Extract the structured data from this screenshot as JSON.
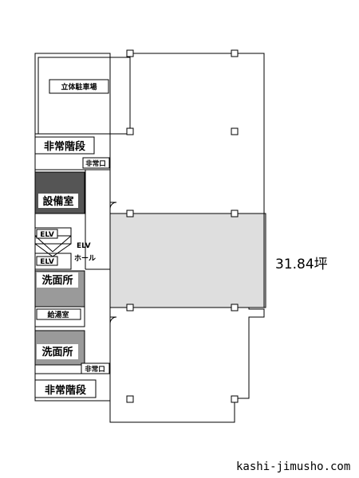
{
  "rooms": {
    "parking": "立体駐車場",
    "emergency_stairs_top": "非常階段",
    "emergency_exit_top": "非常口",
    "equipment_room": "設備室",
    "elevator_1": "ELV",
    "elevator_2": "ELV",
    "elevator_hall_line1": "ELV",
    "elevator_hall_line2": "ホール",
    "washroom_top": "洗面所",
    "kitchenette": "給湯室",
    "washroom_bottom": "洗面所",
    "emergency_exit_bottom": "非常口",
    "emergency_stairs_bottom": "非常階段"
  },
  "leased_area": "31.84坪",
  "website": "kashi-jimusho.com",
  "colors": {
    "highlight": "#dedede",
    "equipment_room": "#555555",
    "washroom": "#9a9a9a",
    "wall": "#000000"
  }
}
